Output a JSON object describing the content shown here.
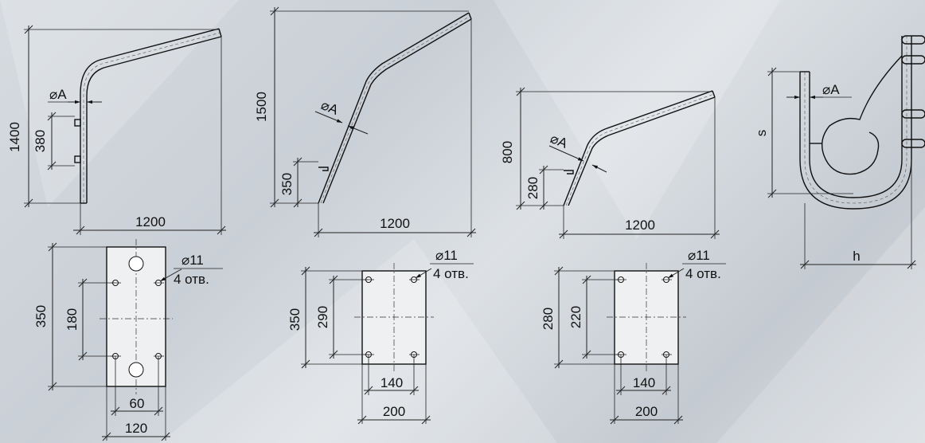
{
  "brackets": [
    {
      "id": "bracket-1",
      "height": "1400",
      "width": "1200",
      "mount_height": "380",
      "diameter": "⌀A"
    },
    {
      "id": "bracket-2",
      "height": "1500",
      "width": "1200",
      "mount_height": "350",
      "diameter": "⌀A"
    },
    {
      "id": "bracket-3",
      "height": "800",
      "width": "1200",
      "mount_height": "280",
      "diameter": "⌀A"
    },
    {
      "id": "bracket-4",
      "height": "s",
      "width": "h",
      "diameter": "⌀A"
    }
  ],
  "plates": [
    {
      "id": "plate-1",
      "height": "350",
      "hole_spacing_v": "180",
      "hole_spacing_h": "60",
      "width": "120",
      "hole_diameter": "⌀11",
      "hole_count": "4 отв."
    },
    {
      "id": "plate-2",
      "height": "350",
      "hole_spacing_v": "290",
      "hole_spacing_h": "140",
      "width": "200",
      "hole_diameter": "⌀11",
      "hole_count": "4 отв."
    },
    {
      "id": "plate-3",
      "height": "280",
      "hole_spacing_v": "220",
      "hole_spacing_h": "140",
      "width": "200",
      "hole_diameter": "⌀11",
      "hole_count": "4 отв."
    }
  ]
}
